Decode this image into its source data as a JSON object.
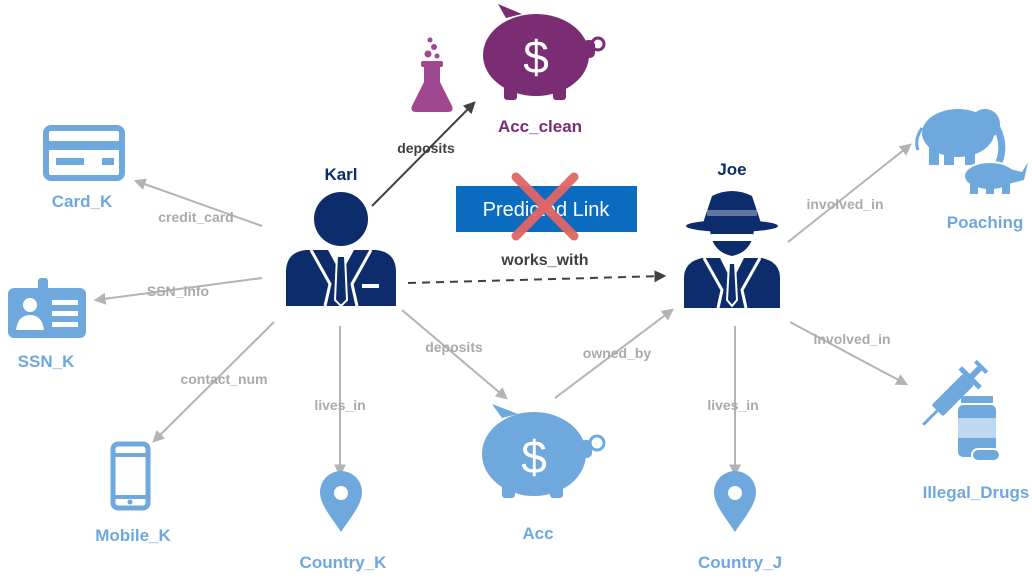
{
  "colors": {
    "blue": "#6fa8dc",
    "navy": "#0d2c6b",
    "purple": "#7b2d73",
    "purple_light": "#a0488f",
    "edge_gray": "#b3b3b3",
    "edge_dark": "#404040",
    "predicted_bg": "#0b6cbf",
    "cross": "#e06666"
  },
  "nodes": {
    "karl": {
      "label": "Karl",
      "icon": "businessman-icon"
    },
    "joe": {
      "label": "Joe",
      "icon": "gangster-icon"
    },
    "acc_clean": {
      "label": "Acc_clean",
      "icon": "piggy-bank-icon"
    },
    "acc": {
      "label": "Acc",
      "icon": "piggy-bank-icon"
    },
    "card_k": {
      "label": "Card_K",
      "icon": "credit-card-icon"
    },
    "ssn_k": {
      "label": "SSN_K",
      "icon": "id-card-icon"
    },
    "mobile_k": {
      "label": "Mobile_K",
      "icon": "mobile-phone-icon"
    },
    "country_k": {
      "label": "Country_K",
      "icon": "location-pin-icon"
    },
    "country_j": {
      "label": "Country_J",
      "icon": "location-pin-icon"
    },
    "poaching": {
      "label": "Poaching",
      "icon": "elephant-rhino-icon"
    },
    "illegal_drugs": {
      "label": "Illegal_Drugs",
      "icon": "syringe-pills-icon"
    },
    "flask": {
      "icon": "flask-icon"
    }
  },
  "edges": {
    "karl_acc_clean": "deposits",
    "karl_card": "credit_card",
    "karl_ssn": "SSN_info",
    "karl_mobile": "contact_num",
    "karl_country": "lives_in",
    "karl_acc": "deposits",
    "acc_joe": "owned_by",
    "joe_poaching": "involved_in",
    "joe_drugs": "involved_in",
    "joe_country": "lives_in",
    "karl_joe": "works_with"
  },
  "predicted_link": {
    "label": "Predicted Link"
  }
}
